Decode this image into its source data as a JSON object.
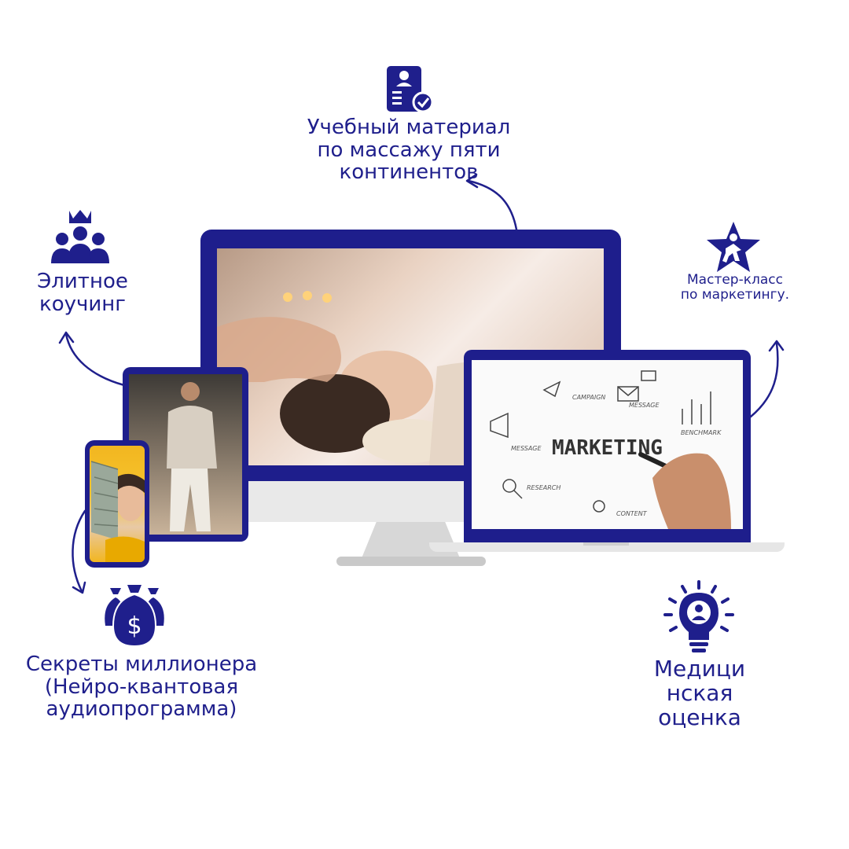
{
  "labels": {
    "training": [
      "Учебный материал",
      "по массажу пяти",
      "континентов"
    ],
    "coaching": [
      "Элитное",
      "коучинг"
    ],
    "marketing_class": [
      "Мастер-класс",
      "по маркетингу."
    ],
    "millionaire": [
      "Секреты миллионера",
      "(Нейро-квантовая",
      "аудиопрограмма)"
    ],
    "medical": [
      "Медици",
      "нская",
      "оценка"
    ]
  },
  "marketing_board": {
    "title": "MARKETING",
    "words": [
      "CAMPAIGN",
      "MESSAGE",
      "BENCHMARK",
      "MESSAGE",
      "RESEARCH",
      "CONTENT"
    ]
  },
  "icons": {
    "training": "document-person-check-icon",
    "coaching": "crowned-group-icon",
    "marketing_class": "star-person-icon",
    "millionaire": "money-bags-icon",
    "medical": "lightbulb-person-icon"
  },
  "colors": {
    "accent": "#1f1f8c",
    "device": "#1e1e8c"
  }
}
